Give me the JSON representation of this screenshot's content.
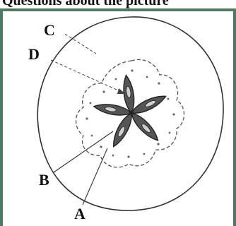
{
  "header": {
    "text": "Questions about the picture"
  },
  "diagram": {
    "labels": {
      "a": "A",
      "b": "B",
      "c": "C",
      "d": "D"
    }
  },
  "colors": {
    "frame": "#4a7a60",
    "stroke": "#222222",
    "petal_fill": "#555555",
    "seed_fill": "#cfcfcf"
  }
}
